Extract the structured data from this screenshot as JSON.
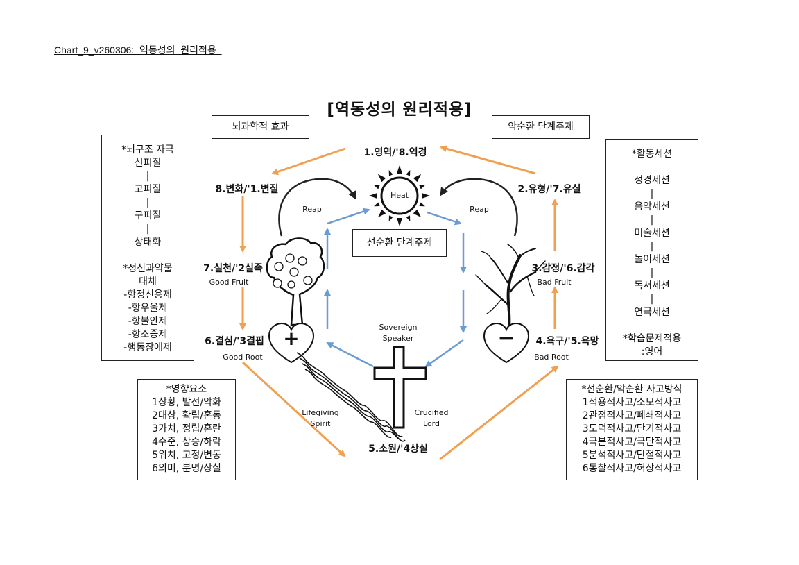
{
  "header": "Chart_9_v260306:  역동성의  원리적용  ",
  "title": "[역동성의 원리적용]",
  "top_boxes": {
    "left": "뇌과학적 효과",
    "right": "악순환 단계주제",
    "center": "선순환 단계주제"
  },
  "left_panel": [
    "*뇌구조 자극",
    "신피질",
    "|",
    "고피질",
    "|",
    "구피질",
    "|",
    "상태화",
    "",
    "*정신과약물",
    "대체",
    "-항정신용제",
    "-항우울제",
    "-항불안제",
    "-항조증제",
    "-행동장애제"
  ],
  "right_panel": [
    "*활동세션",
    "",
    "성경세션",
    "|",
    "음악세션",
    "|",
    "미술세션",
    "|",
    "놀이세션",
    "|",
    "독서세션",
    "|",
    "연극세션",
    "",
    "*학습문제적용",
    ":영어"
  ],
  "bottom_left_panel": [
    "*영향요소",
    "1상황, 발전/악화",
    "2대상, 확립/혼동",
    "3가치, 정립/혼란",
    "4수준, 상승/하락",
    "5위치, 고정/변동",
    "6의미, 분명/상실"
  ],
  "bottom_right_panel": [
    "*선순환/악순환 사고방식",
    "1적용적사고/소모적사고",
    "2관점적사고/폐쇄적사고",
    "3도덕적사고/단기적사고",
    "4극본적사고/극단적사고",
    "5분석적사고/단절적사고",
    "6통찰적사고/허상적사고"
  ],
  "nodes": {
    "n1": "1.영역/'8.역경",
    "n2": "2.유형/'7.유실",
    "n3": "3.감정/'6.감각",
    "n4": "4.욕구/'5.욕망",
    "n5": "5.소원/'4상실",
    "n6": "6.결심/'3결핍",
    "n7": "7.실천/'2실족",
    "n8": "8.변화/'1.변질"
  },
  "labels": {
    "heat": "Heat",
    "reap_left": "Reap",
    "reap_right": "Reap",
    "good_fruit": "Good Fruit",
    "bad_fruit": "Bad Fruit",
    "good_root": "Good Root",
    "bad_root": "Bad Root",
    "sovereign": "Sovereign",
    "speaker": "Speaker",
    "lifegiving": "Lifegiving",
    "spirit": "Spirit",
    "crucified": "Crucified",
    "lord": "Lord",
    "plus": "+",
    "minus": "−"
  },
  "colors": {
    "orange": "#f0a050",
    "blue": "#6a9bd1"
  }
}
